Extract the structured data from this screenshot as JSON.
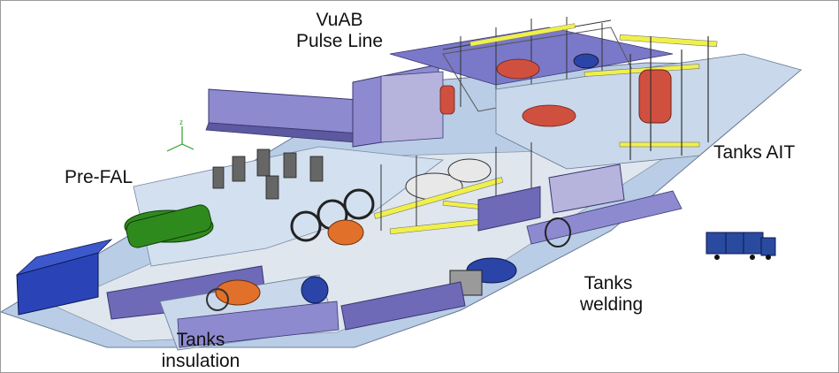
{
  "labels": {
    "vuab_line1": "VuAB",
    "vuab_line2": "Pulse Line",
    "pre_fal": "Pre-FAL",
    "tanks_ait": "Tanks AIT",
    "tanks_welding_line1": "Tanks",
    "tanks_welding_line2": "welding",
    "tanks_insulation_line1": "Tanks",
    "tanks_insulation_line2": "insulation"
  },
  "axis_triad": {
    "z_label": "z"
  },
  "colors": {
    "floor": "#b9cde6",
    "floor_light": "#d3e0f0",
    "aisle": "#e6ebef",
    "building": "#6e6ab8",
    "building_light": "#8d8ad0",
    "yellow_crane": "#f0f04a",
    "orange_tank": "#e0702a",
    "red_tank": "#d05040",
    "green_tank": "#2f8a1e",
    "blue_tank": "#2a44a8",
    "truck_blue": "#2a4aa0"
  }
}
